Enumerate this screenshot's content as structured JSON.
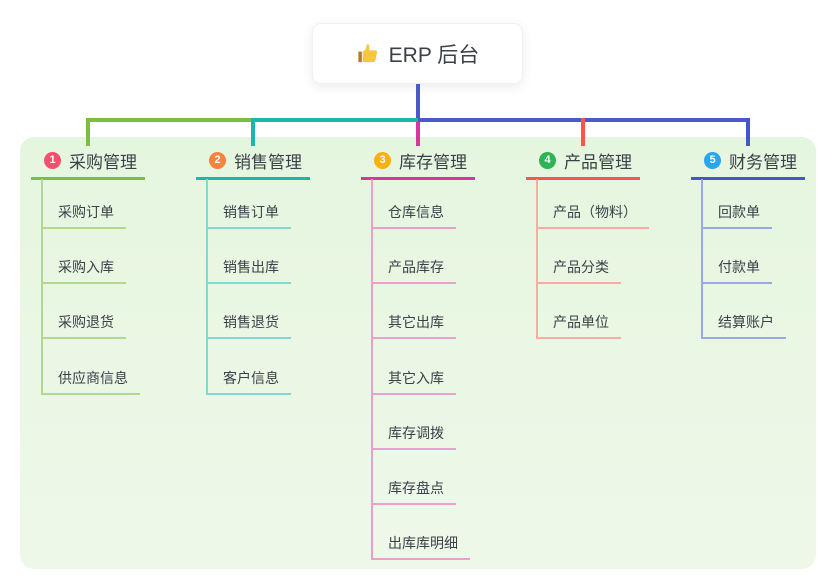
{
  "root": {
    "label": "ERP 后台",
    "icon": "thumbs-up-icon"
  },
  "branches": [
    {
      "index": "1",
      "label": "采购管理",
      "badge_color": "#f4506e",
      "line_color": "#7cbe44",
      "child_line_color": "#b2d88c",
      "children": [
        "采购订单",
        "采购入库",
        "采购退货",
        "供应商信息"
      ]
    },
    {
      "index": "2",
      "label": "销售管理",
      "badge_color": "#f8843c",
      "line_color": "#19b8ab",
      "child_line_color": "#84d8cf",
      "children": [
        "销售订单",
        "销售出库",
        "销售退货",
        "客户信息"
      ]
    },
    {
      "index": "3",
      "label": "库存管理",
      "badge_color": "#fbb00d",
      "line_color": "#d5379d",
      "child_line_color": "#eb9fce",
      "children": [
        "仓库信息",
        "产品库存",
        "其它出库",
        "其它入库",
        "库存调拨",
        "库存盘点",
        "出库库明细"
      ]
    },
    {
      "index": "4",
      "label": "产品管理",
      "badge_color": "#2eb454",
      "line_color": "#f6564d",
      "child_line_color": "#fbaba4",
      "children": [
        "产品（物料）",
        "产品分类",
        "产品单位"
      ]
    },
    {
      "index": "5",
      "label": "财务管理",
      "badge_color": "#29a6f0",
      "line_color": "#4357cb",
      "child_line_color": "#9aa8e4",
      "children": [
        "回款单",
        "付款单",
        "结算账户"
      ]
    }
  ],
  "colors": {
    "trunk": "#4c5ac9",
    "panel_top": "#e5f6df",
    "panel_bottom": "#eef8e9",
    "text": "#3b4049"
  }
}
